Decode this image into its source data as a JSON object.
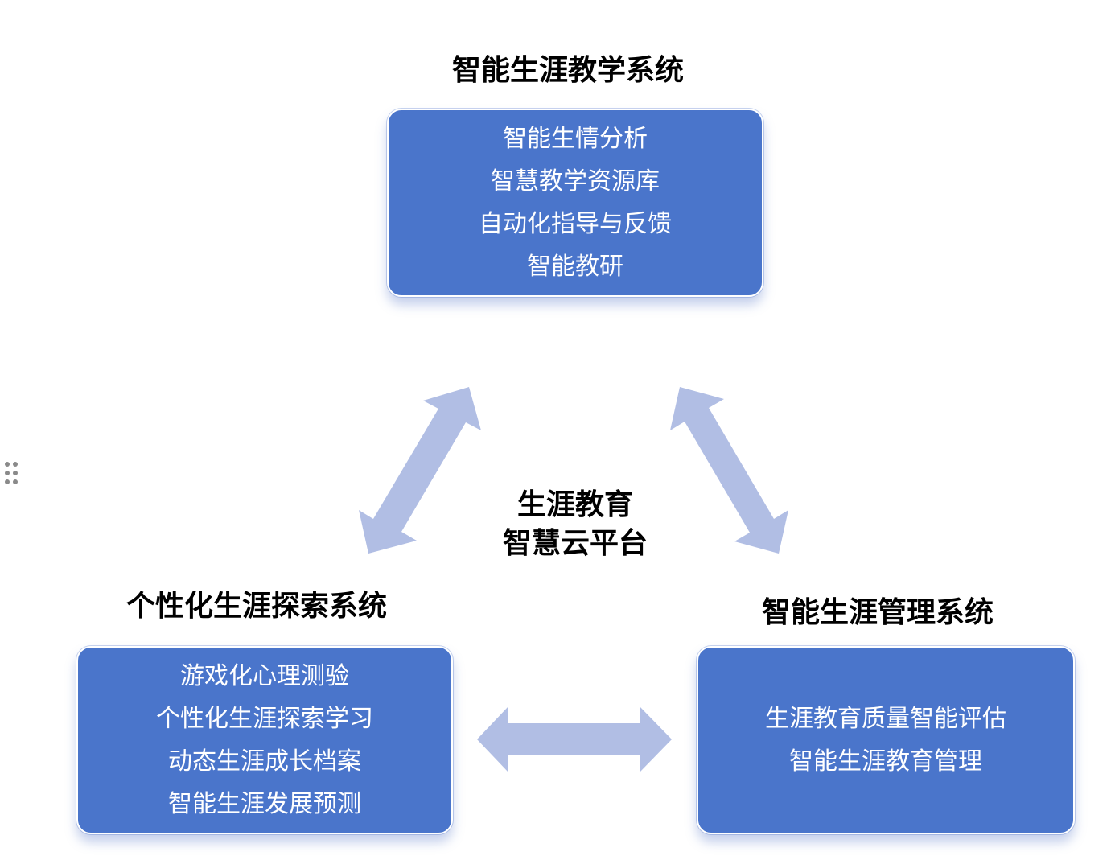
{
  "top_system": {
    "title": "智能生涯教学系统",
    "items": [
      "智能生情分析",
      "智慧教学资源库",
      "自动化指导与反馈",
      "智能教研"
    ]
  },
  "left_system": {
    "title": "个性化生涯探索系统",
    "items": [
      "游戏化心理测验",
      "个性化生涯探索学习",
      "动态生涯成长档案",
      "智能生涯发展预测"
    ]
  },
  "right_system": {
    "title": "智能生涯管理系统",
    "items": [
      "生涯教育质量智能评估",
      "智能生涯教育管理"
    ]
  },
  "center": {
    "line1": "生涯教育",
    "line2": "智慧云平台"
  },
  "colors": {
    "box": "#4a75cb",
    "arrow": "#b1bee4"
  }
}
